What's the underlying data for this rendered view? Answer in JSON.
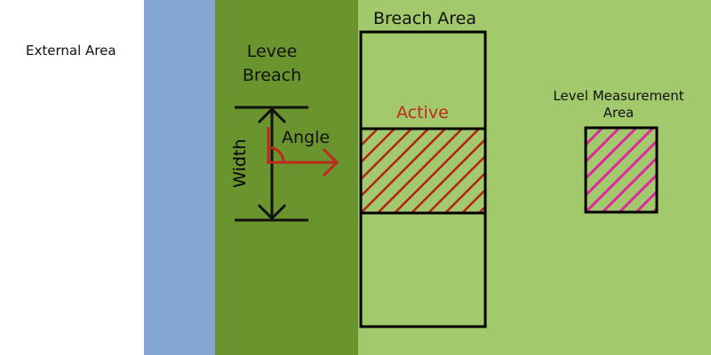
{
  "regions": {
    "external": {
      "label": "External  Area"
    },
    "levee": {
      "label_line1": "Levee",
      "label_line2": "Breach"
    },
    "breach_area": {
      "title": "Breach Area",
      "active_label": "Active"
    },
    "level_measurement": {
      "label": "Level Measurement Area"
    },
    "dimensions": {
      "width_label": "Width",
      "angle_label": "Angle"
    }
  },
  "colors": {
    "water": "#84a5d0",
    "levee": "#6a942d",
    "land": "#a2ca6c",
    "active_text": "#c0281e",
    "breach_hatch": "#b22316",
    "measurement_hatch": "#e0279f",
    "angle_arrow": "#c0281e"
  }
}
